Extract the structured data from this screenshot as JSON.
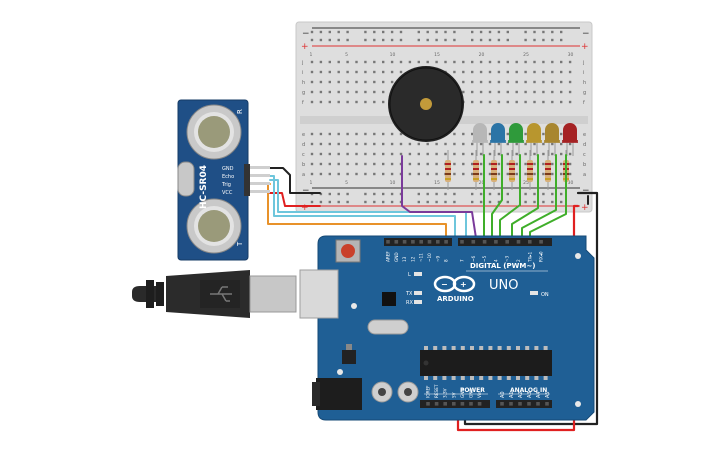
{
  "sensor": {
    "model": "HC-SR04",
    "pins": [
      "GND",
      "Echo",
      "Trig",
      "VCC"
    ],
    "left_mark": "R",
    "right_mark": "T"
  },
  "breadboard": {
    "row_letters_top": [
      "j",
      "i",
      "h",
      "g",
      "f"
    ],
    "row_letters_bottom": [
      "e",
      "d",
      "c",
      "b",
      "a"
    ],
    "column_numbers": [
      "1",
      "5",
      "10",
      "15",
      "20",
      "25",
      "30"
    ],
    "rail_plus": "+",
    "rail_minus": "−"
  },
  "leds": {
    "colors": [
      "#b7b7b7",
      "#2b74a6",
      "#2f9a3b",
      "#b8962e",
      "#a8862f",
      "#a52224"
    ]
  },
  "arduino": {
    "brand": "ARDUINO",
    "model": "UNO",
    "digital_label": "DIGITAL (PWM~)",
    "power_label": "POWER",
    "analog_label": "ANALOG IN",
    "on_label": "ON",
    "tx_label": "TX",
    "rx_label": "RX",
    "l_label": "L",
    "aref": "AREF",
    "gnd": "GND",
    "digital_pins": [
      "13",
      "12",
      "~11",
      "~10",
      "~9",
      "8",
      "7",
      "~6",
      "~5",
      "4",
      "~3",
      "2",
      "TX▸1",
      "RX◂0"
    ],
    "power_pins": [
      "IOREF",
      "RESET",
      "3.3V",
      "5V",
      "GND",
      "GND",
      "Vin"
    ],
    "analog_pins": [
      "A0",
      "A1",
      "A2",
      "A3",
      "A4",
      "A5"
    ]
  },
  "colors": {
    "board_blue": "#1f5f95",
    "breadboard": "#dddddd",
    "wire_red": "#e02020",
    "wire_black": "#222222",
    "wire_green": "#3fae2a",
    "wire_purple": "#7a3a9a",
    "wire_cyan": "#6ec6dc",
    "wire_orange": "#e8922a"
  }
}
